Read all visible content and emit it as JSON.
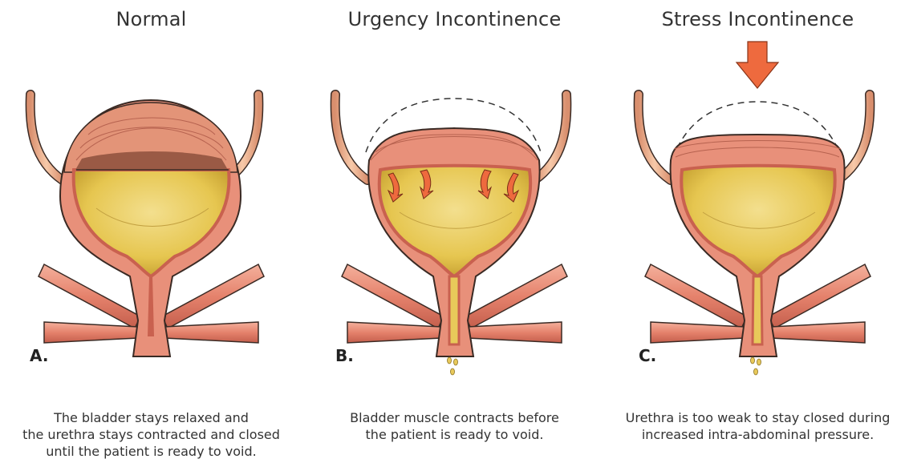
{
  "panels": [
    {
      "title": "Normal",
      "letter": "A.",
      "caption": [
        "The bladder stays relaxed and",
        "the urethra stays contracted and closed",
        "until the patient is ready to void."
      ]
    },
    {
      "title": "Urgency Incontinence",
      "letter": "B.",
      "caption": [
        "Bladder muscle contracts before",
        "the patient is ready to void."
      ]
    },
    {
      "title": "Stress Incontinence",
      "letter": "C.",
      "caption": [
        "Urethra is too weak to stay closed during",
        "increased intra-abdominal pressure."
      ]
    }
  ],
  "colors": {
    "muscle": "#e8907a",
    "muscle_dark": "#c9614f",
    "wall_inner": "#d9705e",
    "urine": "#e8c95a",
    "urine_light": "#f1da84",
    "ureter": "#f2c0a0",
    "arrow": "#ee6a3e",
    "outline": "#3a2a24"
  }
}
